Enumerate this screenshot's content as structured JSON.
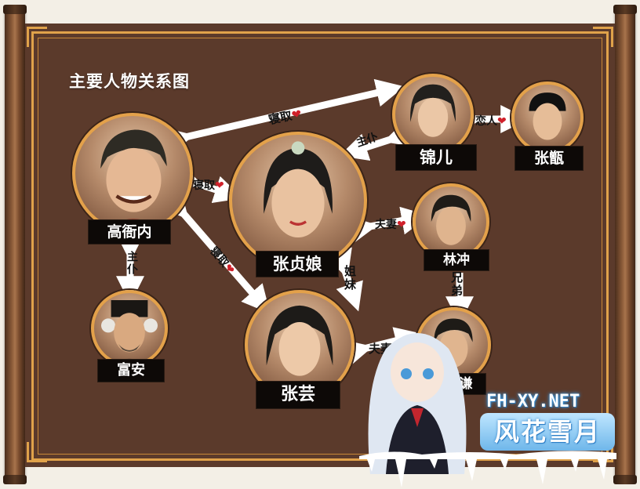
{
  "title": "主要人物关系图",
  "characters": {
    "gao": "高衙内",
    "zhen": "张贞娘",
    "jin": "锦儿",
    "zhangsan": "张甑",
    "lin": "林冲",
    "fuan": "富安",
    "yun": "张芸",
    "qian": "谦"
  },
  "relations": {
    "gao_jin": "寝取",
    "gao_zhen": "寝取",
    "gao_yun": "寝取",
    "jin_zhen": "主仆",
    "jin_zhangsan": "恋人",
    "zhen_lin": "夫妻",
    "zhen_yun": "姐妹",
    "gao_fuan": "主仆",
    "lin_qian": "兄弟",
    "yun_qian": "夫妻"
  },
  "heart_glyph": "❤",
  "watermark": {
    "url": "FH-XY.NET",
    "brand": "风花雪月"
  },
  "colors": {
    "board": "#5b3a2b",
    "frame": "#e0a24a",
    "label_bg": "#0d0907",
    "heart": "#d0202a"
  }
}
